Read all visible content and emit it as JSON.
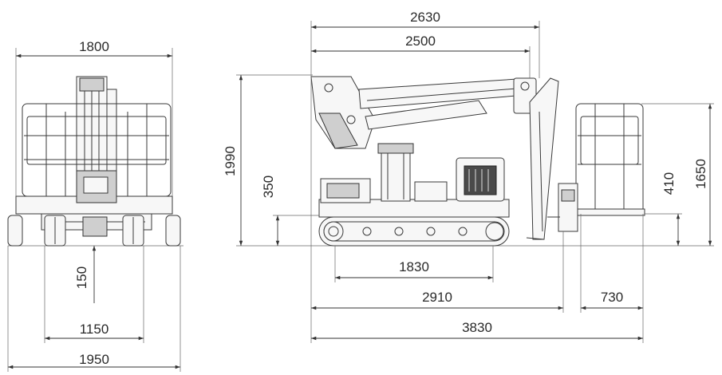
{
  "front_view": {
    "width_top": "1800",
    "ground_clearance": "150",
    "track_gauge": "1150",
    "width_bottom": "1950"
  },
  "side_view": {
    "length_top_outer": "2630",
    "length_top_inner": "2500",
    "total_height": "1990",
    "deck_height": "350",
    "basket_height": "1650",
    "basket_floor_height": "410",
    "track_length": "1830",
    "base_length": "2910",
    "basket_length": "730",
    "total_length": "3830"
  }
}
